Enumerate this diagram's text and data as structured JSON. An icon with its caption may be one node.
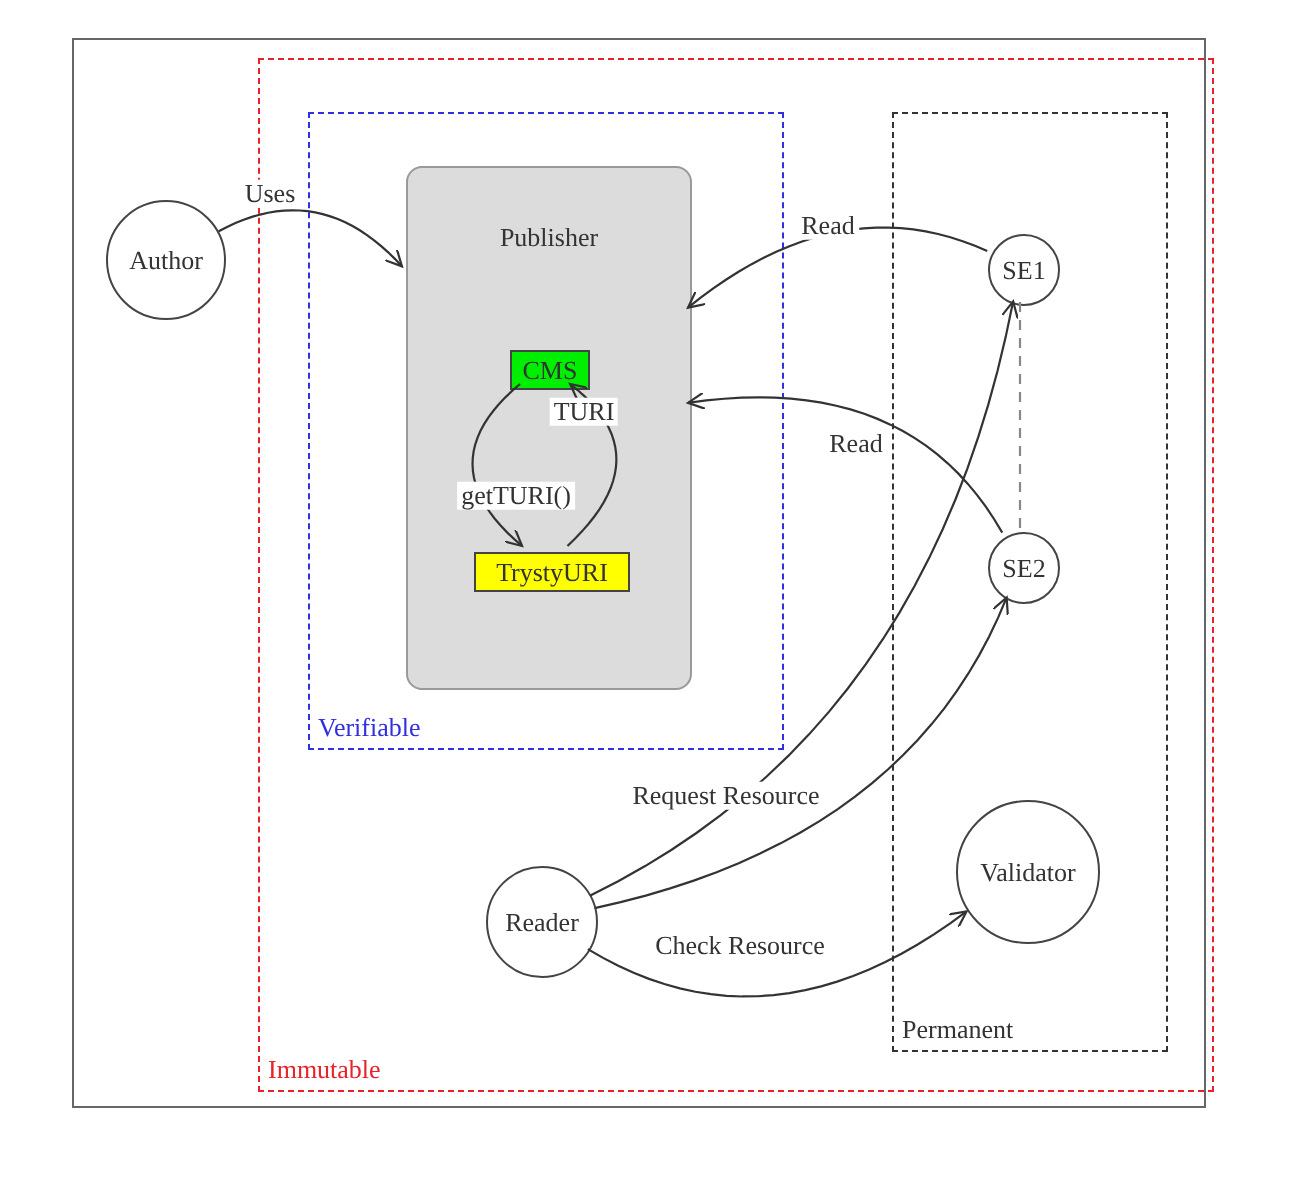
{
  "diagram": {
    "nodes": [
      {
        "text": [
          "Immutable"
        ]
      },
      {
        "text": [
          "Verifiable"
        ],
        "in": 0
      },
      {
        "text": [
          "Publisher"
        ],
        "in": 1
      },
      {
        "text": [
          "CMS"
        ],
        "in": 2
      },
      {
        "text": [
          "TrystyURI"
        ],
        "in": 2
      },
      {
        "text": [
          "Permanent"
        ],
        "in": 0
      },
      {
        "text": [
          "Author"
        ]
      },
      {
        "text": [
          "SE1"
        ],
        "in": 5
      },
      {
        "text": [
          "SE2"
        ],
        "in": 5
      },
      {
        "text": [
          "Reader"
        ],
        "in": 0
      },
      {
        "text": [
          "Validator"
        ],
        "in": 5
      }
    ],
    "edges": [
      {
        "from": 6,
        "to": 2,
        "arrow": "to",
        "label": "Uses"
      },
      {
        "from": 3,
        "to": 4,
        "arrow": "to",
        "label": "getTURI()"
      },
      {
        "from": 4,
        "to": 3,
        "arrow": "to",
        "label": "TURI"
      },
      {
        "from": 7,
        "to": 2,
        "arrow": "to",
        "label": "Read"
      },
      {
        "from": 8,
        "to": 2,
        "arrow": "to",
        "label": "Read"
      },
      {
        "from": 8,
        "to": 7,
        "arrow": "none",
        "style": "dashed",
        "color": "#888888"
      },
      {
        "from": 9,
        "to": 7,
        "arrow": "to",
        "label": "Request Resource"
      },
      {
        "from": 9,
        "to": 8,
        "arrow": "to"
      },
      {
        "from": 9,
        "to": 10,
        "arrow": "to",
        "label": "Check Resource"
      }
    ]
  }
}
